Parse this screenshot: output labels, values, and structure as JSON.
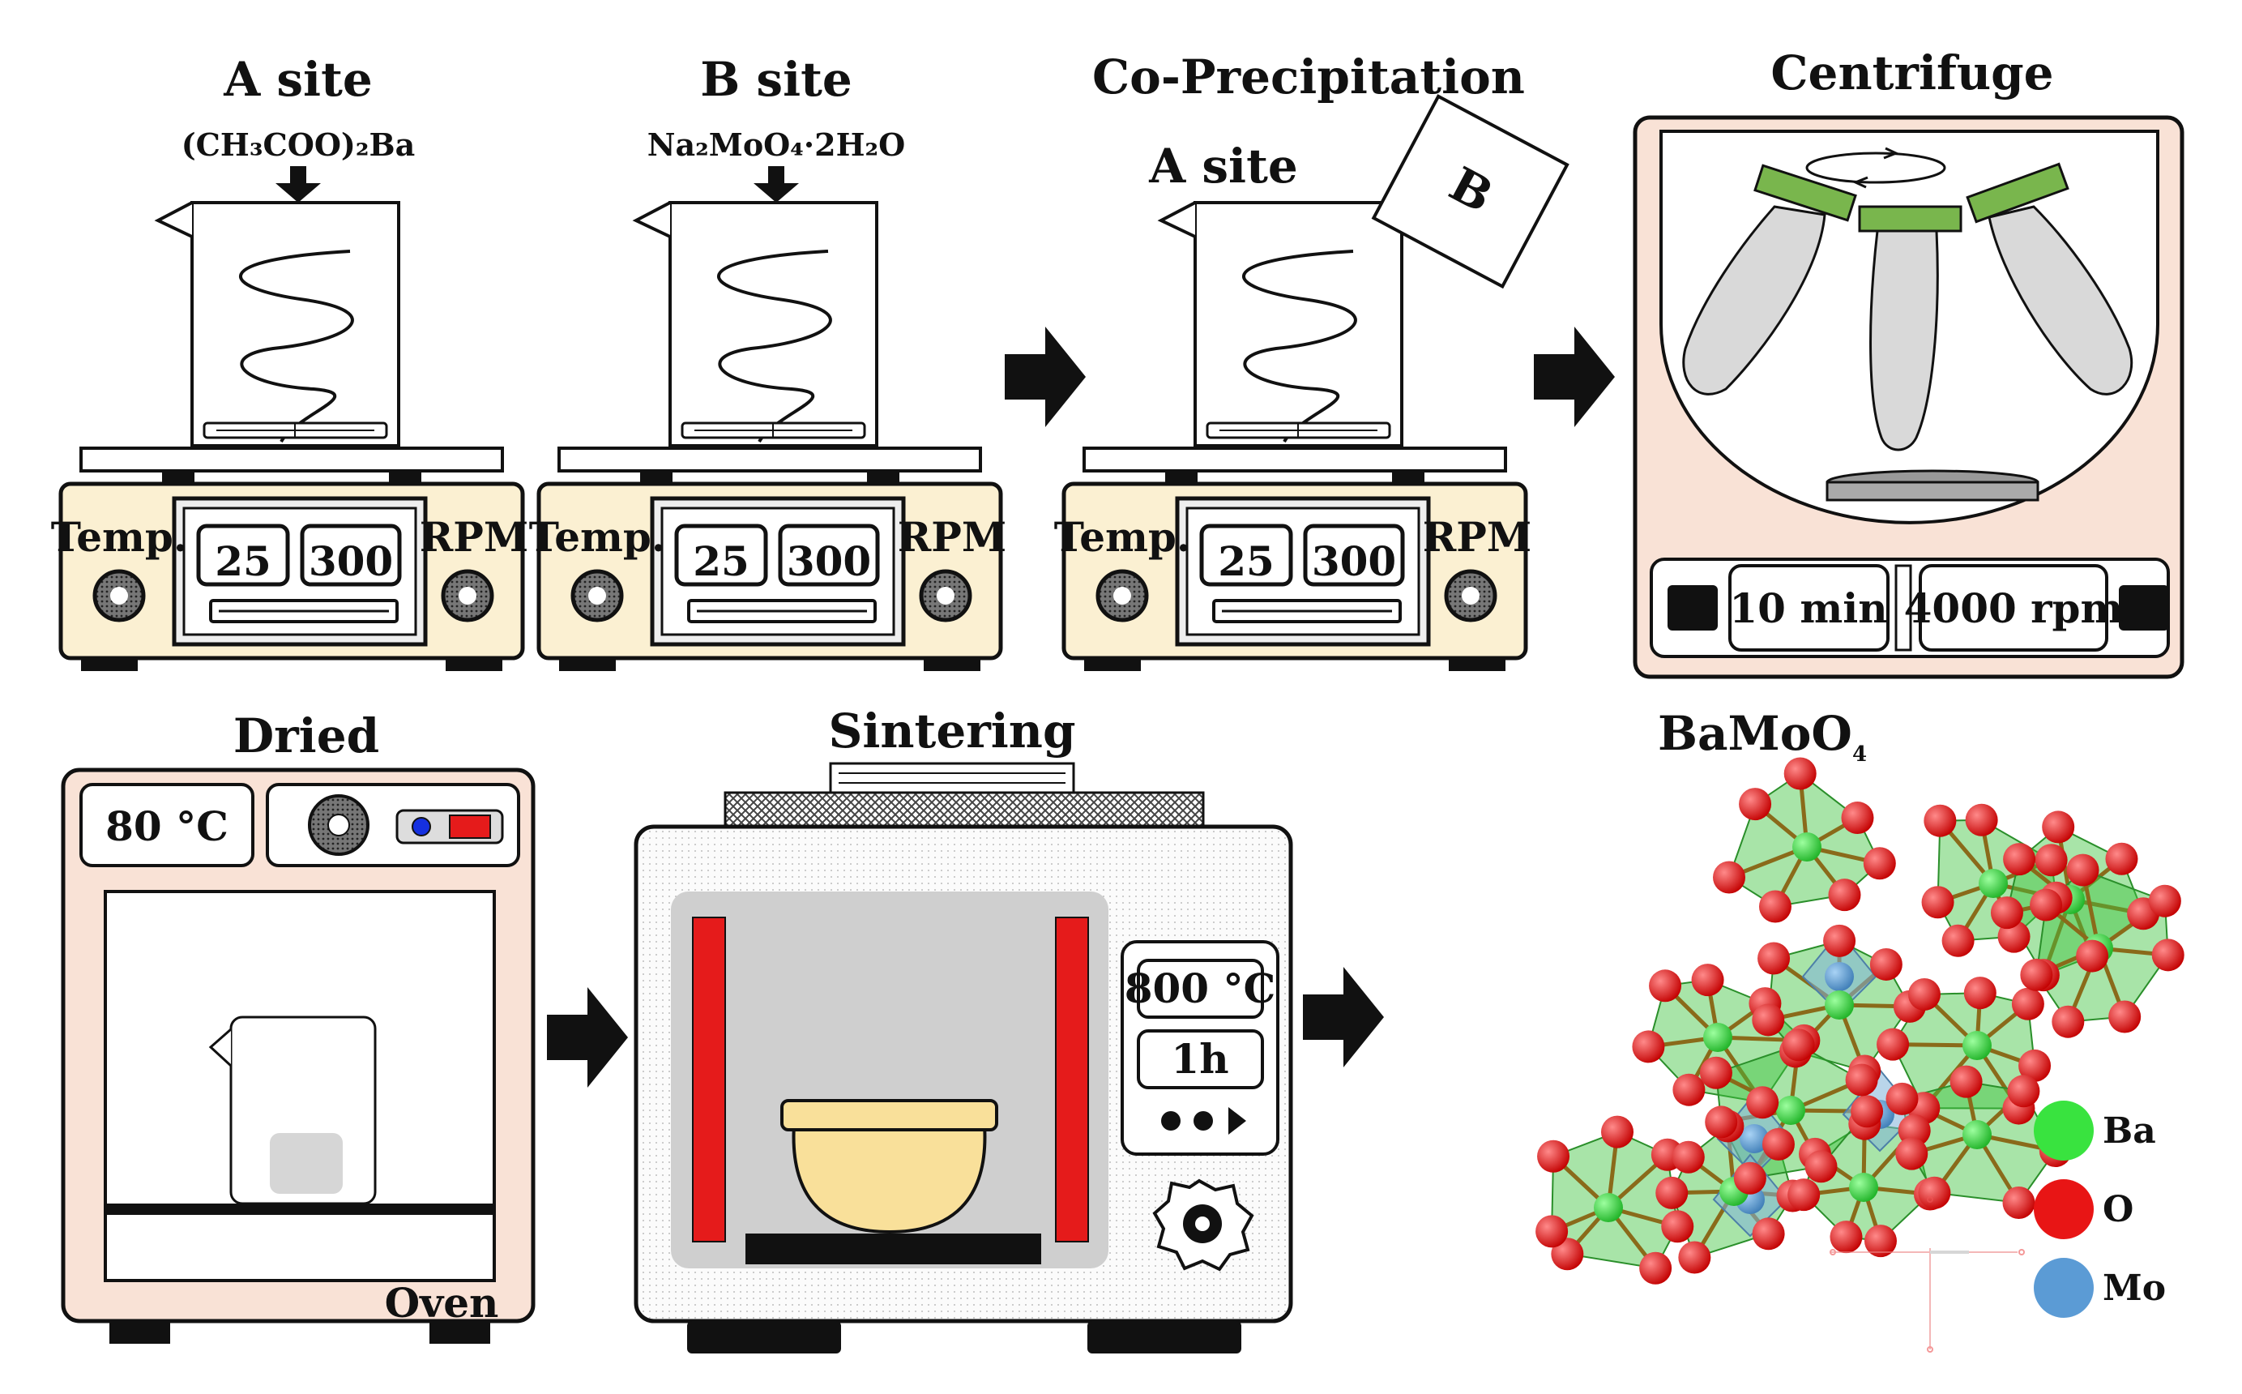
{
  "steps": {
    "a_site": {
      "title": "A site",
      "reagent": "(CH₃COO)₂Ba"
    },
    "b_site": {
      "title": "B site",
      "reagent": "Na₂MoO₄·2H₂O"
    },
    "coprec": {
      "title": "Co-Precipitation",
      "a_label": "A site",
      "b_label": "B"
    },
    "centrifuge": {
      "title": "Centrifuge",
      "time": "10 min",
      "speed": "4000 rpm"
    },
    "dried": {
      "title": "Dried",
      "temp": "80 °C",
      "oven_label": "Oven"
    },
    "sintering": {
      "title": "Sintering",
      "temp": "800 °C",
      "time": "1h"
    },
    "product": {
      "title": "BaMoO",
      "title_sub": "4"
    }
  },
  "hotplate": {
    "temp_label": "Temp.",
    "rpm_label": "RPM",
    "temp_value": "25",
    "rpm_value": "300"
  },
  "legend": [
    {
      "label": "Ba",
      "color": "#39e33f"
    },
    {
      "label": "O",
      "color": "#e81515"
    },
    {
      "label": "Mo",
      "color": "#5b9bd5"
    }
  ],
  "colors": {
    "panel_fill": "#f9e2d6",
    "hotplate_fill": "#fbf0d2",
    "tube_cap": "#79b64d",
    "heater": "#e51b1b",
    "crucible": "#f9e09a"
  }
}
